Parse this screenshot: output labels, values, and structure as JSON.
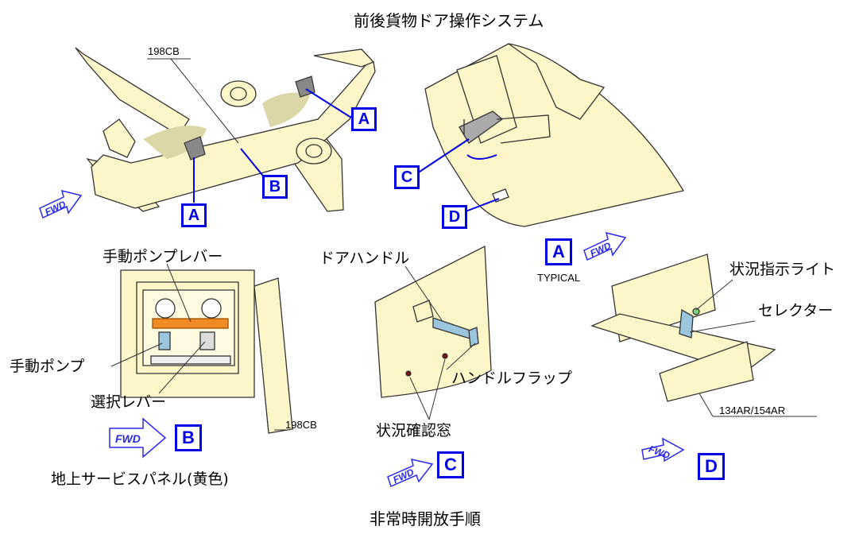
{
  "title": "前後貨物ドア操作システム",
  "footer": "非常時開放手順",
  "references": {
    "circuit_breaker_top": "198CB",
    "circuit_breaker_panel": "198CB",
    "circuit_breaker_view_d": "134AR/154AR",
    "typical": "TYPICAL",
    "fwd": "FWD"
  },
  "view_letters": {
    "a": "A",
    "b": "B",
    "c": "C",
    "d": "D"
  },
  "labels": {
    "manual_pump_lever": "手動ポンプレバー",
    "manual_pump": "手動ポンプ",
    "selector_lever": "選択レバー",
    "ground_service_panel": "地上サービスパネル(黄色)",
    "door_handle": "ドアハンドル",
    "handle_flap": "ハンドルフラップ",
    "status_window": "状況確認窓",
    "status_light": "状況指示ライト",
    "selector": "セレクター"
  },
  "colors": {
    "callout_blue": "#0000e6",
    "part_fill": "#fdf6c8",
    "outline": "#333333",
    "lever_orange": "#f08a24",
    "handle_blue": "#9cc6de"
  }
}
